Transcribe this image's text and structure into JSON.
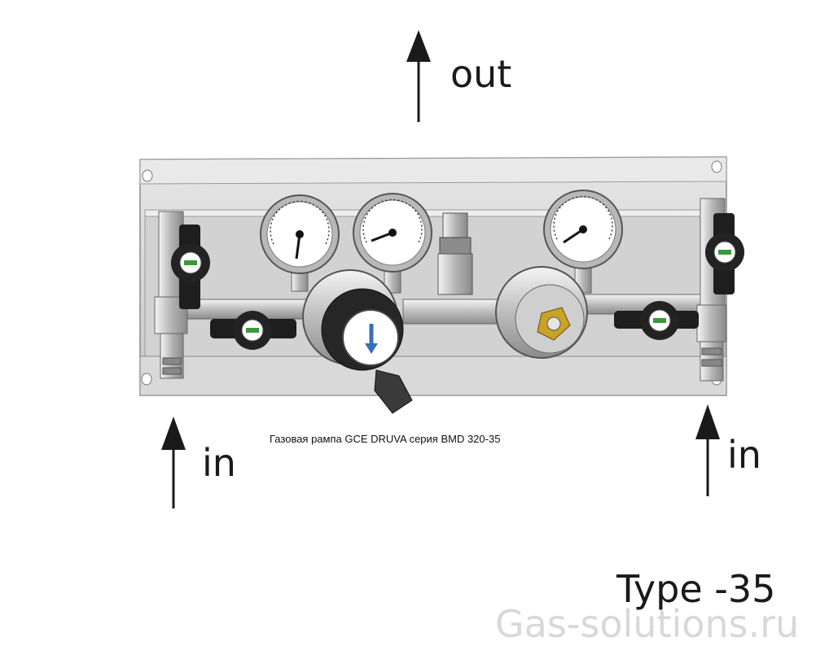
{
  "labels": {
    "out": "out",
    "in_left": "in",
    "in_right": "in",
    "caption": "Газовая рампа GCE DRUVA серия BMD 320-35",
    "type": "Type -35",
    "watermark": "Gas-solutions.ru"
  },
  "colors": {
    "arrow": "#1a1a1a",
    "panel": "#d9d9d9",
    "gauge_face": "#ffffff",
    "regulator_dark": "#2a2a2a",
    "flow_arrow": "#3a6fb5",
    "brass": "#c9a227"
  }
}
